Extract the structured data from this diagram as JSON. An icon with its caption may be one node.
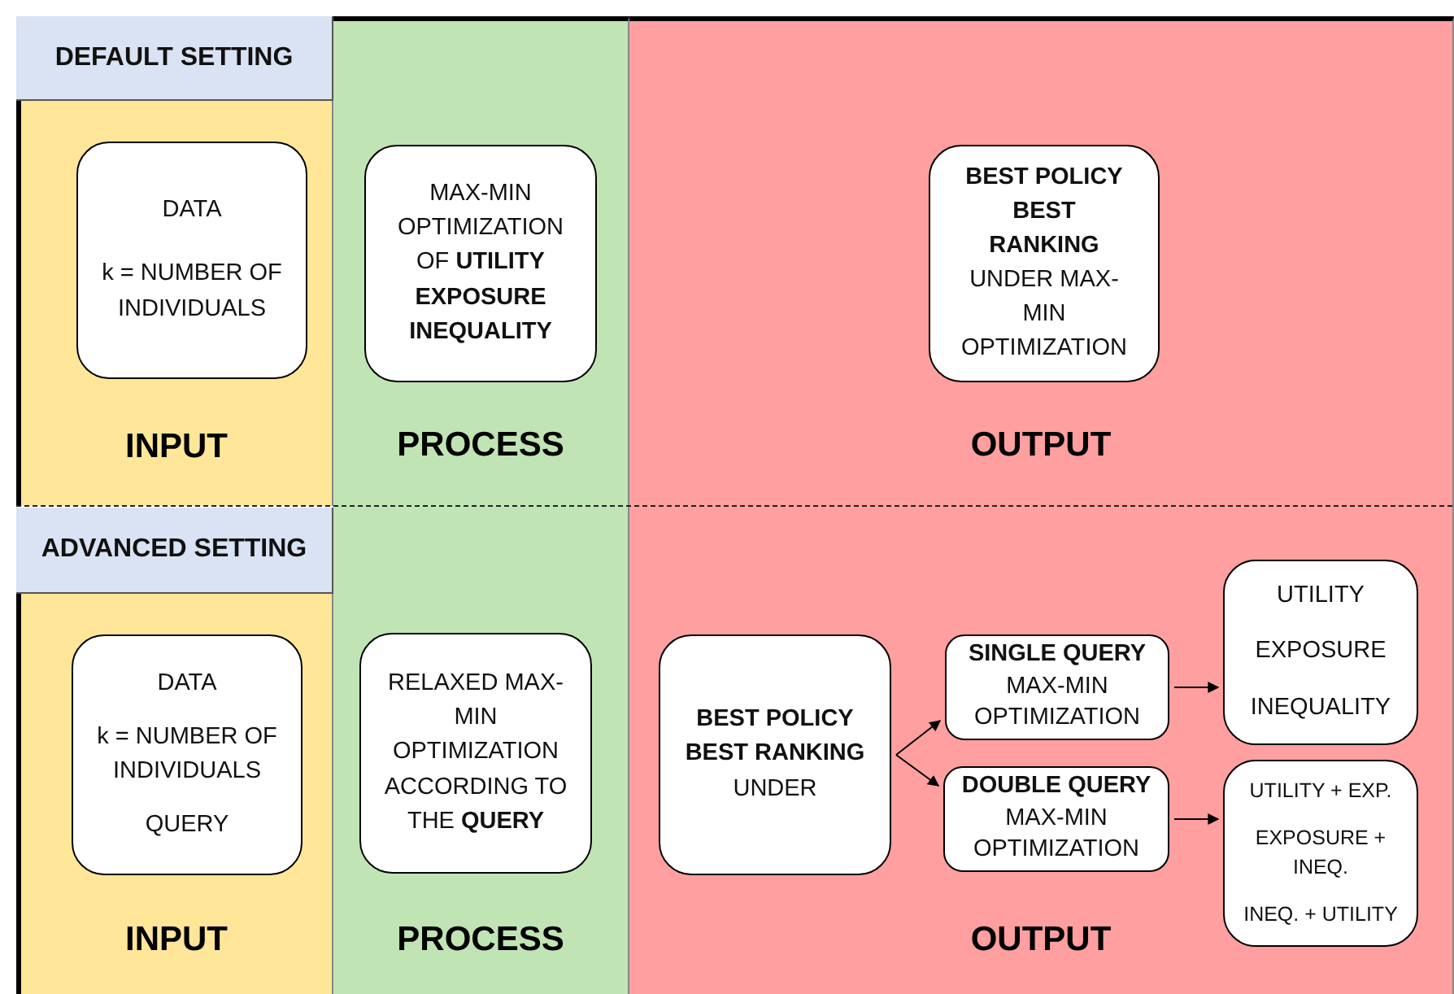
{
  "diagram": {
    "nodes": [
      {
        "text": [
          "DEFAULT SETTING"
        ]
      },
      {
        "text": [
          "INPUT"
        ]
      },
      {
        "text": [
          "DATA",
          "k = NUMBER OF INDIVIDUALS"
        ],
        "in": 1
      },
      {
        "text": [
          "PROCESS"
        ]
      },
      {
        "text": [
          "MAX-MIN OPTIMIZATION OF **UTILITY EXPOSURE INEQUALITY**"
        ],
        "in": 3
      },
      {
        "text": [
          "OUTPUT"
        ]
      },
      {
        "text": [
          "**BEST POLICY BEST RANKING** UNDER MAX-MIN OPTIMIZATION"
        ],
        "in": 5
      },
      {
        "text": [
          "ADVANCED SETTING"
        ]
      },
      {
        "text": [
          "INPUT"
        ]
      },
      {
        "text": [
          "DATA",
          "k = NUMBER OF INDIVIDUALS",
          "QUERY"
        ],
        "in": 8
      },
      {
        "text": [
          "PROCESS"
        ]
      },
      {
        "text": [
          "RELAXED MAX-MIN OPTIMIZATION ACCORDING TO THE **QUERY**"
        ],
        "in": 10
      },
      {
        "text": [
          "OUTPUT"
        ]
      },
      {
        "text": [
          "**BEST POLICY BEST RANKING** UNDER"
        ],
        "in": 12
      },
      {
        "text": [
          "**SINGLE QUERY** MAX-MIN OPTIMIZATION"
        ],
        "in": 12
      },
      {
        "text": [
          "UTILITY",
          "EXPOSURE",
          "INEQUALITY"
        ],
        "in": 12
      },
      {
        "text": [
          "**DOUBLE QUERY** MAX-MIN OPTIMIZATION"
        ],
        "in": 12
      },
      {
        "text": [
          "UTILITY + EXP.",
          "EXPOSURE + INEQ.",
          "INEQ. + UTILITY"
        ],
        "in": 12
      }
    ],
    "edges": [
      {
        "from": 13,
        "to": 14,
        "arrow": "to"
      },
      {
        "from": 13,
        "to": 16,
        "arrow": "to"
      },
      {
        "from": 14,
        "to": 15,
        "arrow": "to"
      },
      {
        "from": 16,
        "to": 17,
        "arrow": "to"
      }
    ]
  }
}
